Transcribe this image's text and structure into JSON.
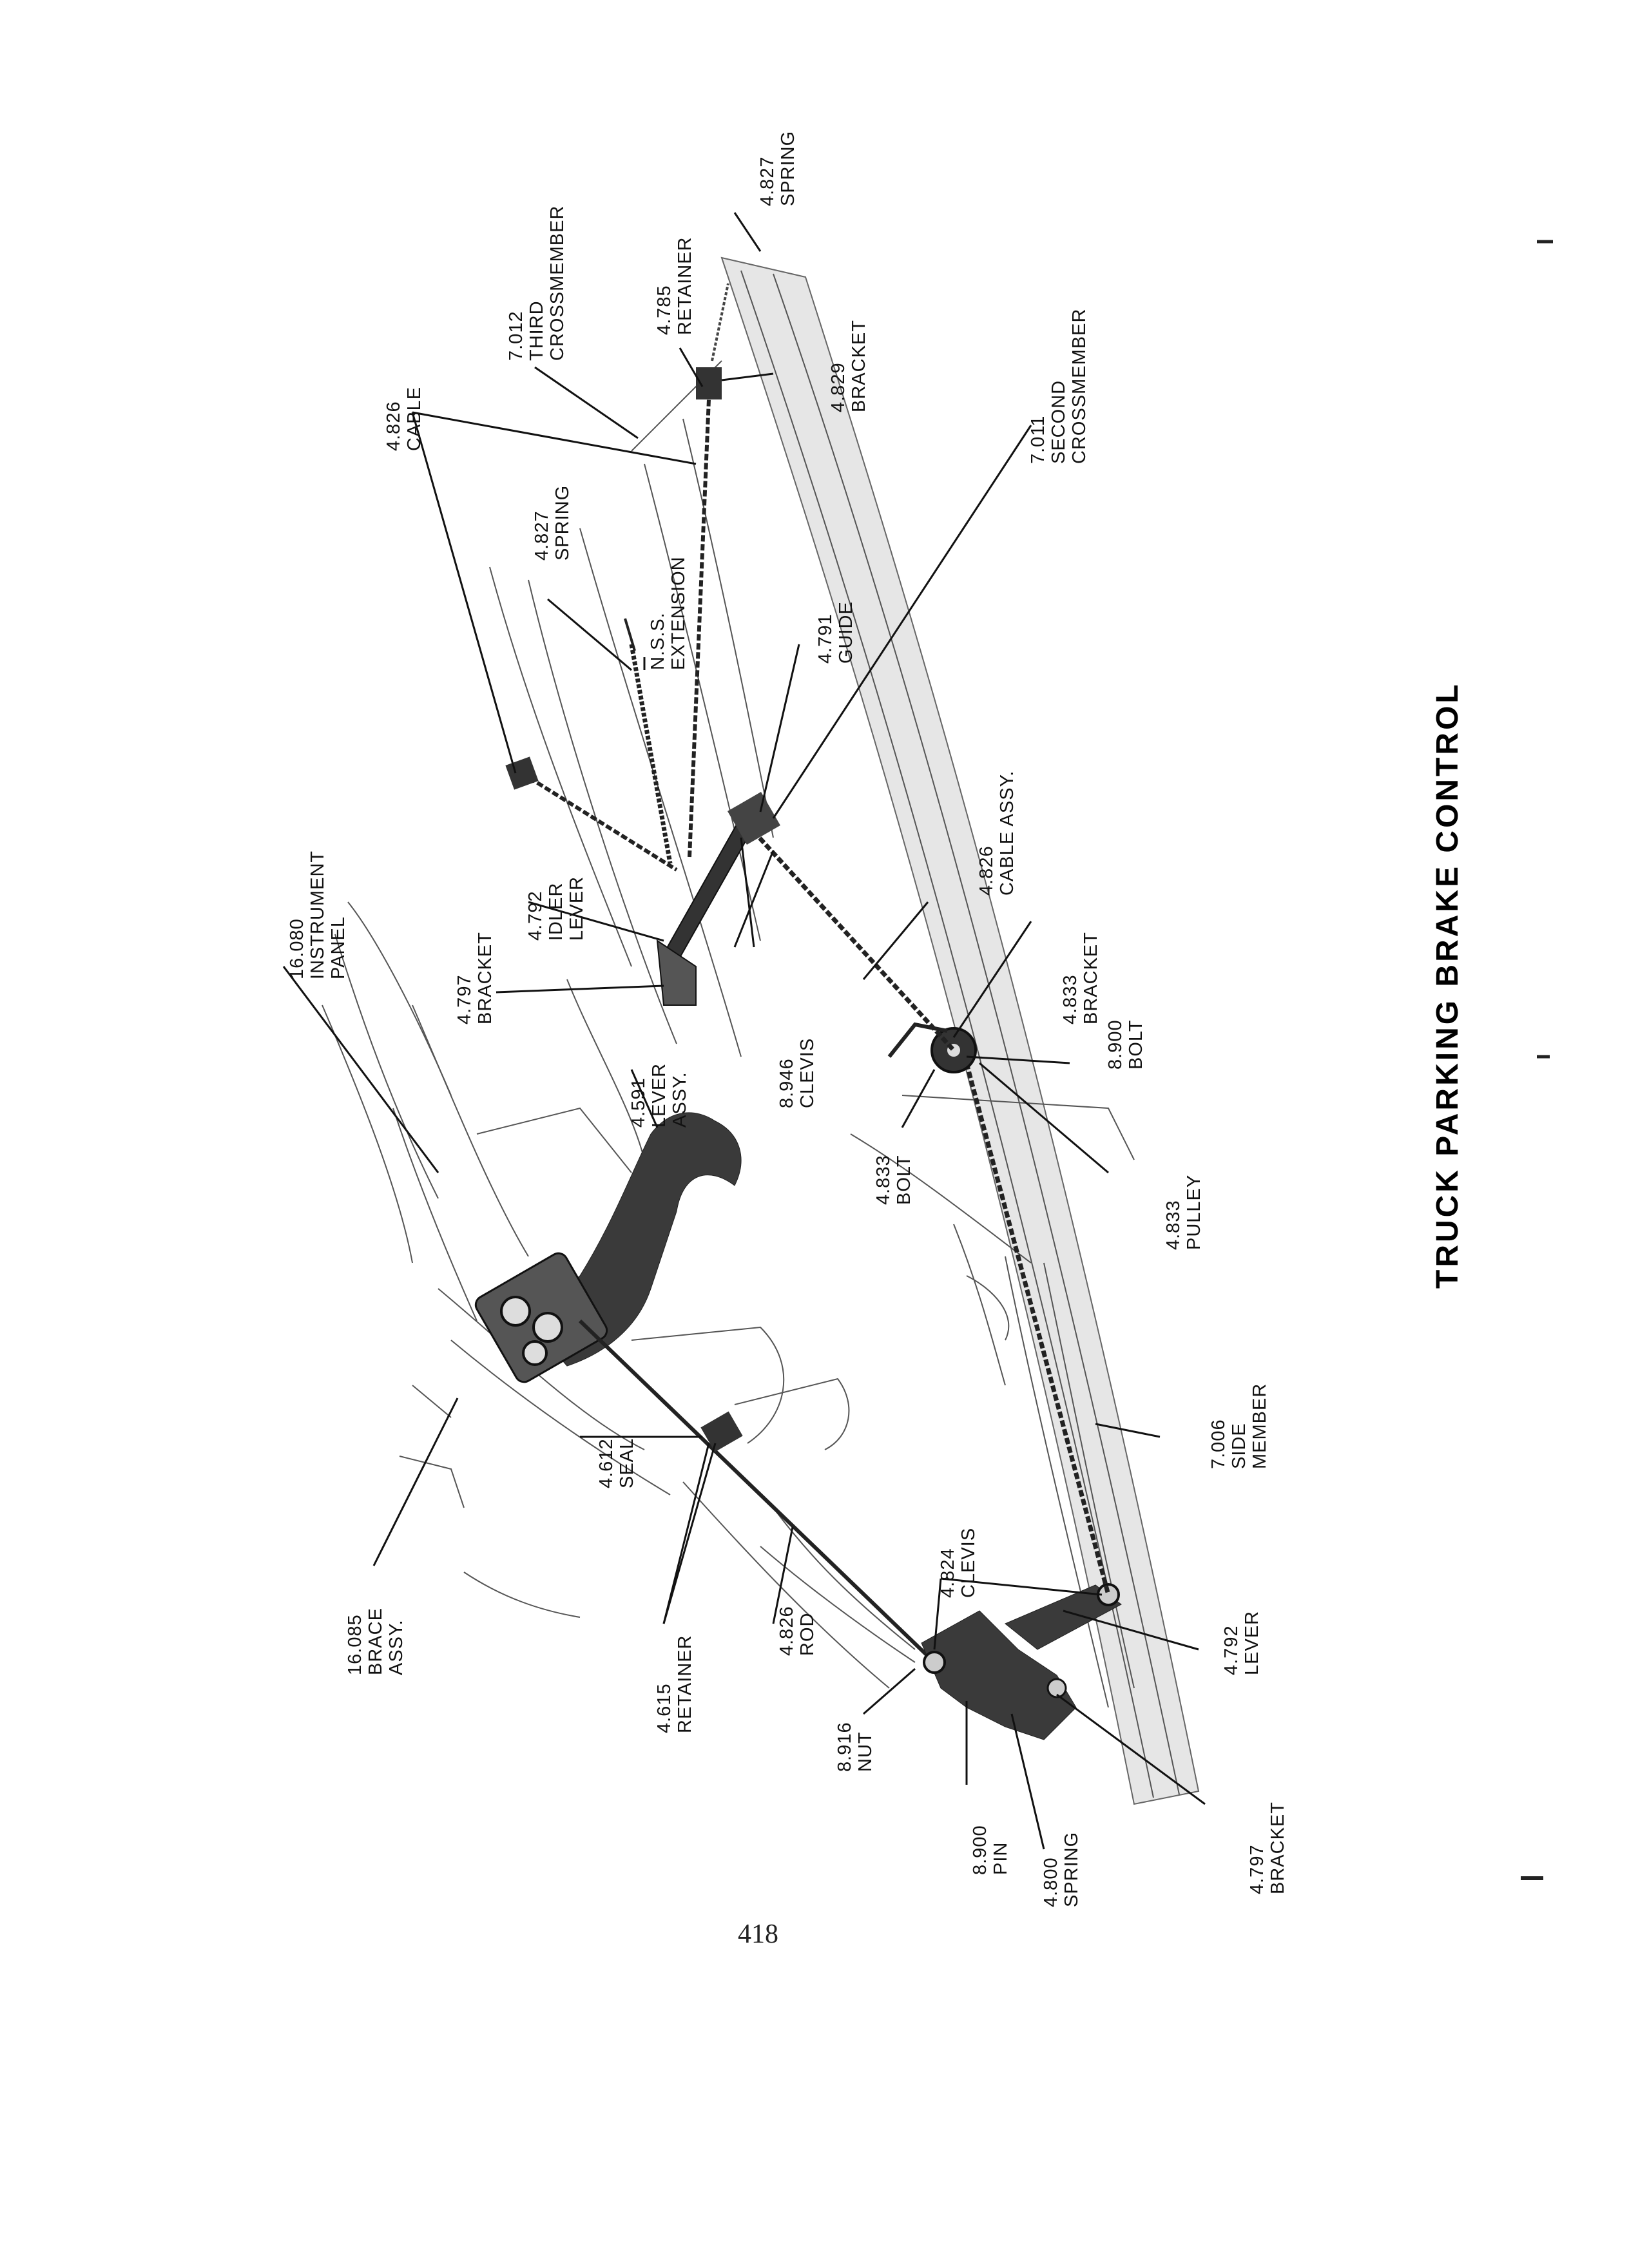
{
  "title": "TRUCK PARKING BRAKE CONTROL",
  "page_number": "418",
  "callouts": [
    {
      "id": "c01",
      "lines": [
        "4.827",
        "SPRING"
      ]
    },
    {
      "id": "c02",
      "lines": [
        "4.785",
        "RETAINER"
      ]
    },
    {
      "id": "c03",
      "lines": [
        "7.012",
        "THIRD",
        "CROSSMEMBER"
      ]
    },
    {
      "id": "c04",
      "lines": [
        "4.829",
        "BRACKET"
      ]
    },
    {
      "id": "c05",
      "lines": [
        "7.011",
        "SECOND",
        "CROSSMEMBER"
      ]
    },
    {
      "id": "c06",
      "lines": [
        "4.826",
        "CABLE"
      ]
    },
    {
      "id": "c07",
      "lines": [
        "4.827",
        "SPRING"
      ]
    },
    {
      "id": "c08",
      "lines": [
        "N.S.S.",
        "EXTENSION"
      ]
    },
    {
      "id": "c09",
      "lines": [
        "4.791",
        "GUIDE"
      ]
    },
    {
      "id": "c10",
      "lines": [
        "4.826",
        "CABLE ASSY."
      ]
    },
    {
      "id": "c11",
      "lines": [
        "16.080",
        "INSTRUMENT",
        "PANEL"
      ]
    },
    {
      "id": "c12",
      "lines": [
        "4.792",
        "IDLER",
        "LEVER"
      ]
    },
    {
      "id": "c13",
      "lines": [
        "4.797",
        "BRACKET"
      ]
    },
    {
      "id": "c14",
      "lines": [
        "4.833",
        "BRACKET"
      ]
    },
    {
      "id": "c15",
      "lines": [
        "8.946",
        "CLEVIS"
      ]
    },
    {
      "id": "c16",
      "lines": [
        "4.591",
        "LEVER",
        "ASSY."
      ]
    },
    {
      "id": "c17",
      "lines": [
        "8.900",
        "BOLT"
      ]
    },
    {
      "id": "c18",
      "lines": [
        "4.833",
        "BOLT"
      ]
    },
    {
      "id": "c19",
      "lines": [
        "4.833",
        "PULLEY"
      ]
    },
    {
      "id": "c20",
      "lines": [
        "7.006",
        "SIDE",
        "MEMBER"
      ]
    },
    {
      "id": "c21",
      "lines": [
        "4.612",
        "SEAL"
      ]
    },
    {
      "id": "c22",
      "lines": [
        "4.824",
        "CLEVIS"
      ]
    },
    {
      "id": "c23",
      "lines": [
        "16.085",
        "BRACE",
        "ASSY."
      ]
    },
    {
      "id": "c24",
      "lines": [
        "4.615",
        "RETAINER"
      ]
    },
    {
      "id": "c25",
      "lines": [
        "4.826",
        "ROD"
      ]
    },
    {
      "id": "c26",
      "lines": [
        "4.792",
        "LEVER"
      ]
    },
    {
      "id": "c27",
      "lines": [
        "8.916",
        "NUT"
      ]
    },
    {
      "id": "c28",
      "lines": [
        "8.900",
        "PIN"
      ]
    },
    {
      "id": "c29",
      "lines": [
        "4.800",
        "SPRING"
      ]
    },
    {
      "id": "c30",
      "lines": [
        "4.797",
        "BRACKET"
      ]
    }
  ]
}
